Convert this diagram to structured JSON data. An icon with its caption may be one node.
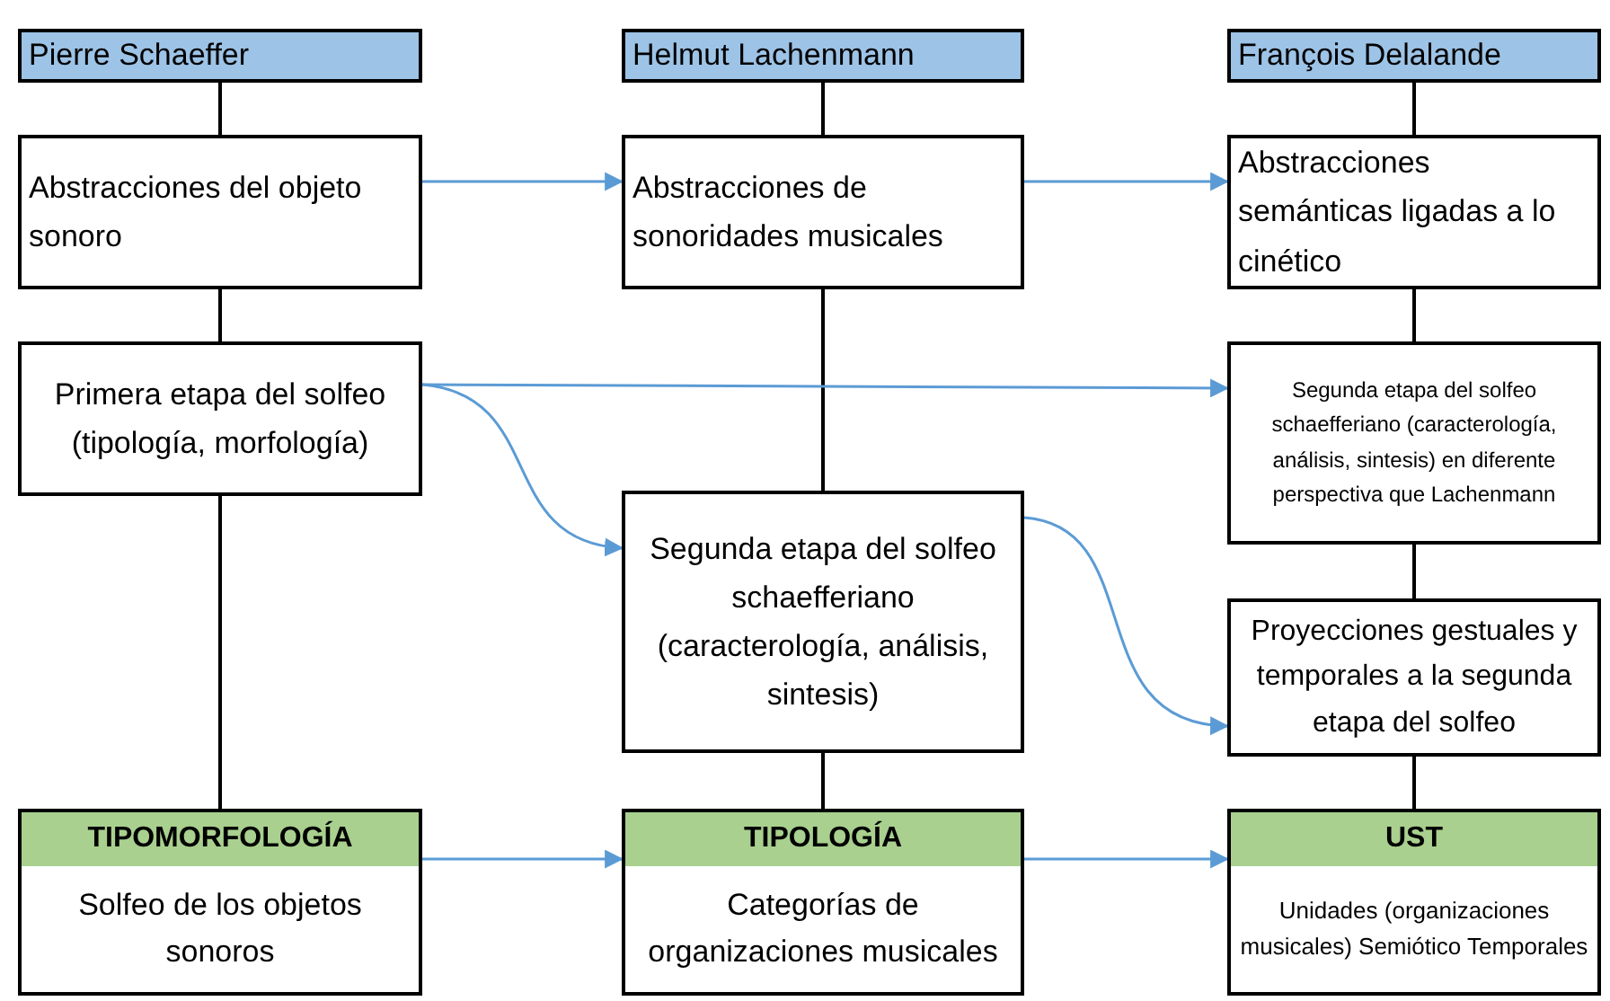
{
  "diagram": {
    "nodes": [
      {
        "text": [
          "Pierre Schaeffer"
        ]
      },
      {
        "text": [
          "Helmut Lachenmann"
        ]
      },
      {
        "text": [
          "François Delalande"
        ]
      },
      {
        "text": [
          "Abstracciones del objeto sonoro"
        ]
      },
      {
        "text": [
          "Abstracciones de sonoridades musicales"
        ]
      },
      {
        "text": [
          "Abstracciones semánticas ligadas a lo cinético"
        ]
      },
      {
        "text": [
          "Primera etapa del solfeo (tipología, morfología)"
        ]
      },
      {
        "text": [
          "Segunda etapa del solfeo schaefferiano (caracterología, análisis, sintesis)"
        ]
      },
      {
        "text": [
          "Segunda etapa del solfeo schaefferiano (caracterología, análisis, sintesis) en diferente perspectiva que Lachenmann"
        ]
      },
      {
        "text": [
          "Proyecciones gestuales y temporales a la segunda etapa del solfeo"
        ]
      },
      {
        "text": [
          "TIPOMORFOLOGÍA",
          "Solfeo de los objetos sonoros"
        ]
      },
      {
        "text": [
          "TIPOLOGÍA",
          "Categorías de organizaciones musicales"
        ]
      },
      {
        "text": [
          "UST",
          "Unidades (organizaciones musicales) Semiótico Temporales"
        ]
      }
    ],
    "edges": [
      {
        "from": 0,
        "to": 3,
        "arrow": "none"
      },
      {
        "from": 3,
        "to": 6,
        "arrow": "none"
      },
      {
        "from": 6,
        "to": 10,
        "arrow": "none"
      },
      {
        "from": 1,
        "to": 4,
        "arrow": "none"
      },
      {
        "from": 4,
        "to": 7,
        "arrow": "none"
      },
      {
        "from": 7,
        "to": 11,
        "arrow": "none"
      },
      {
        "from": 2,
        "to": 5,
        "arrow": "none"
      },
      {
        "from": 5,
        "to": 8,
        "arrow": "none"
      },
      {
        "from": 8,
        "to": 9,
        "arrow": "none"
      },
      {
        "from": 9,
        "to": 12,
        "arrow": "none"
      },
      {
        "from": 3,
        "to": 4,
        "arrow": "to",
        "color": "#5b9bd5"
      },
      {
        "from": 4,
        "to": 5,
        "arrow": "to",
        "color": "#5b9bd5"
      },
      {
        "from": 6,
        "to": 8,
        "arrow": "to",
        "color": "#5b9bd5"
      },
      {
        "from": 6,
        "to": 7,
        "arrow": "to",
        "color": "#5b9bd5"
      },
      {
        "from": 7,
        "to": 9,
        "arrow": "to",
        "color": "#5b9bd5"
      },
      {
        "from": 10,
        "to": 11,
        "arrow": "to",
        "color": "#5b9bd5"
      },
      {
        "from": 11,
        "to": 12,
        "arrow": "to",
        "color": "#5b9bd5"
      }
    ]
  }
}
